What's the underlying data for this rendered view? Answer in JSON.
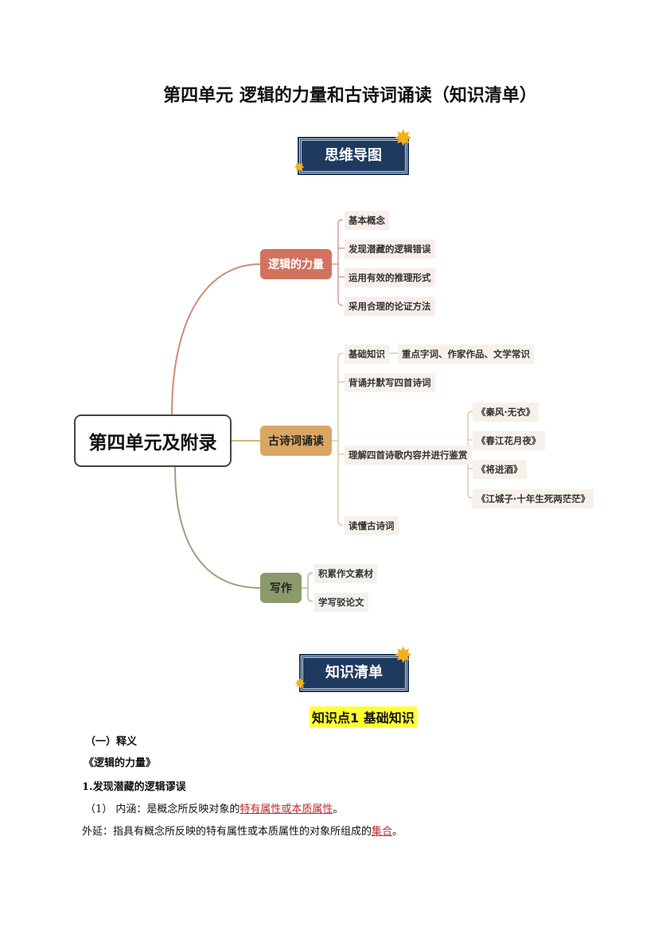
{
  "title": "第四单元  逻辑的力量和古诗词诵读（知识清单）",
  "banner_mindmap": "思维导图",
  "banner_list": "知识清单",
  "mindmap": {
    "center": "第四单元及附录",
    "logic": {
      "label": "逻辑的力量",
      "items": [
        "基本概念",
        "发现潜藏的逻辑错误",
        "运用有效的推理形式",
        "采用合理的论证方法"
      ]
    },
    "poetry": {
      "label": "古诗词诵读",
      "basic": "基础知识",
      "basic_detail": "重点字词、作家作品、文学常识",
      "recite": "背诵并默写四首诗词",
      "appreciate": "理解四首诗歌内容并进行鉴赏",
      "poems": [
        "《秦风·无衣》",
        "《春江花月夜》",
        "《将进酒》",
        "《江城子·十年生死两茫茫》"
      ],
      "read": "读懂古诗词"
    },
    "writing": {
      "label": "写作",
      "items": [
        "积累作文素材",
        "学写驳论文"
      ]
    },
    "colors": {
      "logic": "#d2735f",
      "poetry": "#d9a763",
      "writing": "#8b9a6b"
    }
  },
  "knowledge": {
    "heading": "知识点1   基础知识",
    "section": "（一）释义",
    "book": "《逻辑的力量》",
    "point": "1.发现潜藏的逻辑谬误",
    "line1_prefix": "（1）  内涵：是概念所反映对象的",
    "line1_red": "特有属性或本质属性",
    "line1_end": "。",
    "line2_prefix": "外延：指具有概念所反映的特有属性或本质属性的对象所组成的",
    "line2_red": "集合",
    "line2_end": "。"
  }
}
